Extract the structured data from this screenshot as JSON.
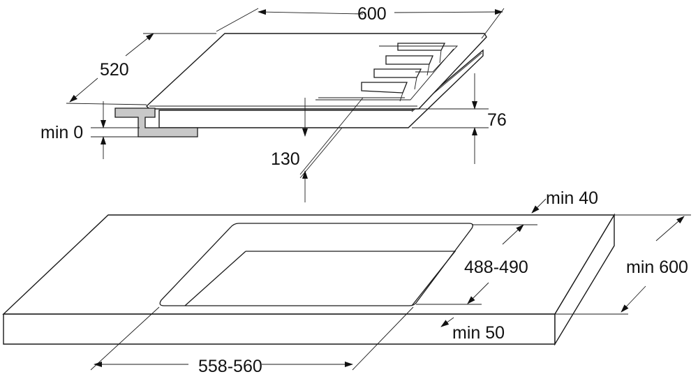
{
  "title": "Hob installation dimensions",
  "hob_dimensions": {
    "width": "600",
    "depth": "520",
    "height": "76",
    "clearance_below": "130",
    "min_worktop_gap": "min 0"
  },
  "cutout_dimensions": {
    "width": "558-560",
    "depth": "488-490",
    "min_back_distance": "min 40",
    "min_front_distance": "min 50",
    "min_worktop_depth": "min 600"
  },
  "colors": {
    "line": "#1a1a1a",
    "bracket": "#c8c8c8"
  }
}
